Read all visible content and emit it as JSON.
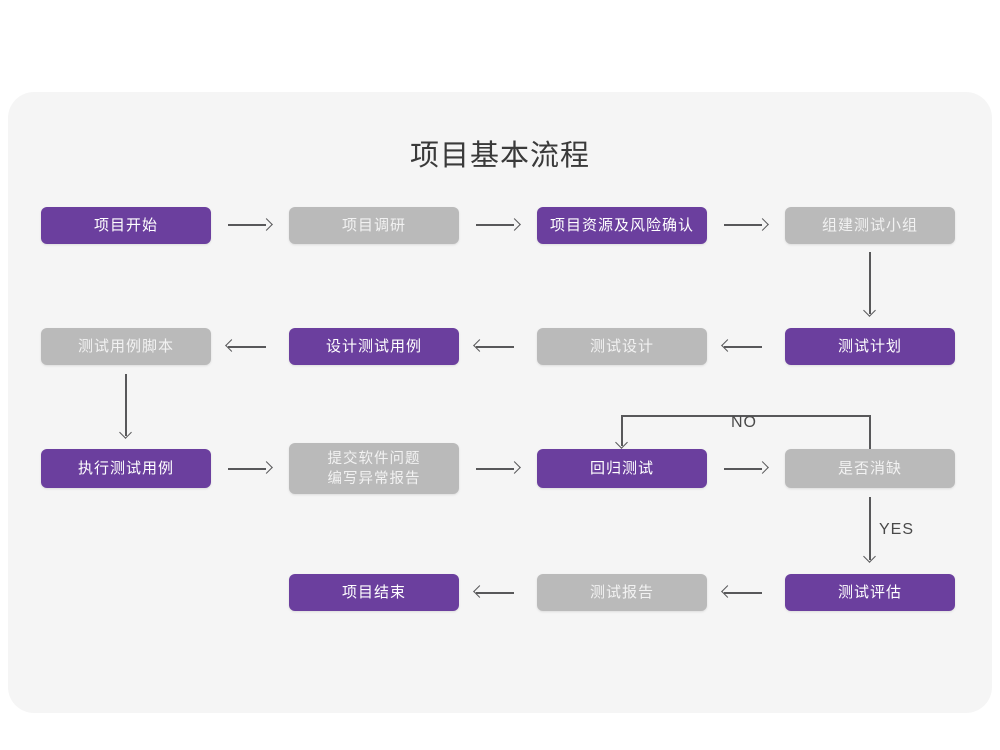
{
  "chart_data": {
    "type": "diagram",
    "title": "项目基本流程",
    "diagram_kind": "flowchart",
    "accent_color": "#6b3f9e",
    "secondary_color": "#bababa",
    "card_background": "#f5f5f5",
    "page_background": "#ffffff",
    "connector_color": "#58585a",
    "nodes": [
      {
        "id": "n1",
        "label": "项目开始",
        "style": "purple",
        "row": 1,
        "col": 1
      },
      {
        "id": "n2",
        "label": "项目调研",
        "style": "gray",
        "row": 1,
        "col": 2
      },
      {
        "id": "n3",
        "label": "项目资源及风险确认",
        "style": "purple",
        "row": 1,
        "col": 3
      },
      {
        "id": "n4",
        "label": "组建测试小组",
        "style": "gray",
        "row": 1,
        "col": 4
      },
      {
        "id": "n5",
        "label": "测试用例脚本",
        "style": "gray",
        "row": 2,
        "col": 1
      },
      {
        "id": "n6",
        "label": "设计测试用例",
        "style": "purple",
        "row": 2,
        "col": 2
      },
      {
        "id": "n7",
        "label": "测试设计",
        "style": "gray",
        "row": 2,
        "col": 3
      },
      {
        "id": "n8",
        "label": "测试计划",
        "style": "purple",
        "row": 2,
        "col": 4
      },
      {
        "id": "n9",
        "label": "执行测试用例",
        "style": "purple",
        "row": 3,
        "col": 1
      },
      {
        "id": "n10",
        "label": "提交软件问题\n编写异常报告",
        "style": "gray",
        "row": 3,
        "col": 2
      },
      {
        "id": "n11",
        "label": "回归测试",
        "style": "purple",
        "row": 3,
        "col": 3
      },
      {
        "id": "n12",
        "label": "是否消缺",
        "style": "gray",
        "row": 3,
        "col": 4
      },
      {
        "id": "n13",
        "label": "项目结束",
        "style": "purple",
        "row": 4,
        "col": 2
      },
      {
        "id": "n14",
        "label": "测试报告",
        "style": "gray",
        "row": 4,
        "col": 3
      },
      {
        "id": "n15",
        "label": "测试评估",
        "style": "purple",
        "row": 4,
        "col": 4
      }
    ],
    "edges": [
      {
        "from": "n1",
        "to": "n2",
        "direction": "right",
        "label": ""
      },
      {
        "from": "n2",
        "to": "n3",
        "direction": "right",
        "label": ""
      },
      {
        "from": "n3",
        "to": "n4",
        "direction": "right",
        "label": ""
      },
      {
        "from": "n4",
        "to": "n8",
        "direction": "down",
        "label": ""
      },
      {
        "from": "n8",
        "to": "n7",
        "direction": "left",
        "label": ""
      },
      {
        "from": "n7",
        "to": "n6",
        "direction": "left",
        "label": ""
      },
      {
        "from": "n6",
        "to": "n5",
        "direction": "left",
        "label": ""
      },
      {
        "from": "n5",
        "to": "n9",
        "direction": "down",
        "label": ""
      },
      {
        "from": "n9",
        "to": "n10",
        "direction": "right",
        "label": ""
      },
      {
        "from": "n10",
        "to": "n11",
        "direction": "right",
        "label": ""
      },
      {
        "from": "n11",
        "to": "n12",
        "direction": "right",
        "label": ""
      },
      {
        "from": "n12",
        "to": "n11",
        "direction": "loop-up-left",
        "label": "NO"
      },
      {
        "from": "n12",
        "to": "n15",
        "direction": "down",
        "label": "YES"
      },
      {
        "from": "n15",
        "to": "n14",
        "direction": "left",
        "label": ""
      },
      {
        "from": "n14",
        "to": "n13",
        "direction": "left",
        "label": ""
      }
    ],
    "edge_labels": [
      "NO",
      "YES"
    ]
  },
  "title": "项目基本流程",
  "nodes": {
    "n1": "项目开始",
    "n2": "项目调研",
    "n3": "项目资源及风险确认",
    "n4": "组建测试小组",
    "n5": "测试用例脚本",
    "n6": "设计测试用例",
    "n7": "测试设计",
    "n8": "测试计划",
    "n9": "执行测试用例",
    "n10": "提交软件问题\n编写异常报告",
    "n11": "回归测试",
    "n12": "是否消缺",
    "n13": "项目结束",
    "n14": "测试报告",
    "n15": "测试评估"
  },
  "labels": {
    "no": "NO",
    "yes": "YES"
  }
}
